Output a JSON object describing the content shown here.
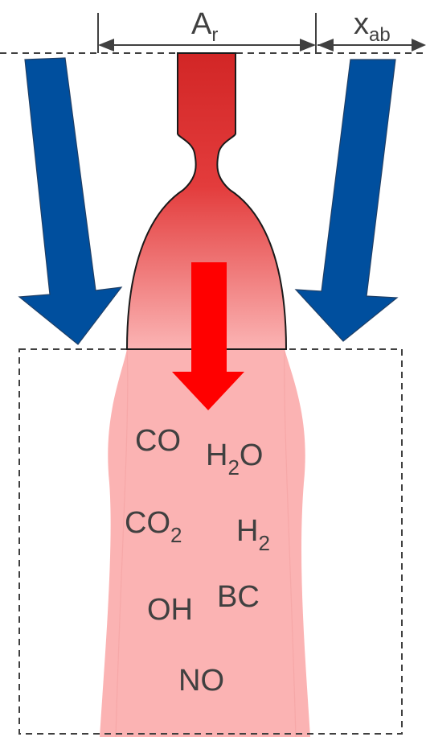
{
  "labels": {
    "area": {
      "main": "A",
      "sub": "r"
    },
    "distance": {
      "main": "x",
      "sub": "ab"
    }
  },
  "species": [
    {
      "main": "CO",
      "sub": ""
    },
    {
      "main": "H",
      "sub": "2",
      "tail": "O"
    },
    {
      "main": "CO",
      "sub": "2"
    },
    {
      "main": "H",
      "sub": "2"
    },
    {
      "main": "OH",
      "sub": ""
    },
    {
      "main": "BC",
      "sub": ""
    },
    {
      "main": "NO",
      "sub": ""
    }
  ],
  "colors": {
    "ambient_air_arrow": "#004f9e",
    "exhaust_arrow": "#ff0000",
    "nozzle_top": "#d62a2a",
    "nozzle_bottom": "#fbb0b0",
    "plume": "#fbb3b3",
    "text": "#404040"
  },
  "icons": {
    "left_inflow": "arrow-down-right-icon",
    "right_inflow": "arrow-down-left-icon",
    "exhaust": "arrow-down-icon"
  }
}
